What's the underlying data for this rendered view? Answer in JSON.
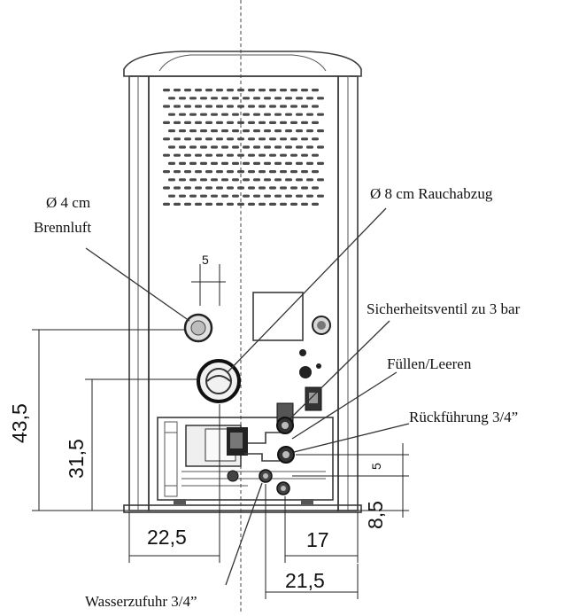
{
  "labels": {
    "brennluft_line1": "Ø 4 cm",
    "brennluft_line2": "Brennluft",
    "rauchabzug": "Ø 8 cm Rauchabzug",
    "sicherheitsventil": "Sicherheitsventil zu 3 bar",
    "fuellen_leeren": "Füllen/Leeren",
    "rueckfuehrung": "Rückführung 3/4”",
    "wasserzufuhr": "Wasserzufuhr 3/4”"
  },
  "dimensions": {
    "offset_5_top": "5",
    "height_43_5": "43,5",
    "height_31_5": "31,5",
    "width_22_5": "22,5",
    "width_17": "17",
    "width_21_5": "21,5",
    "height_8_5": "8,5",
    "offset_5_right": "5"
  }
}
